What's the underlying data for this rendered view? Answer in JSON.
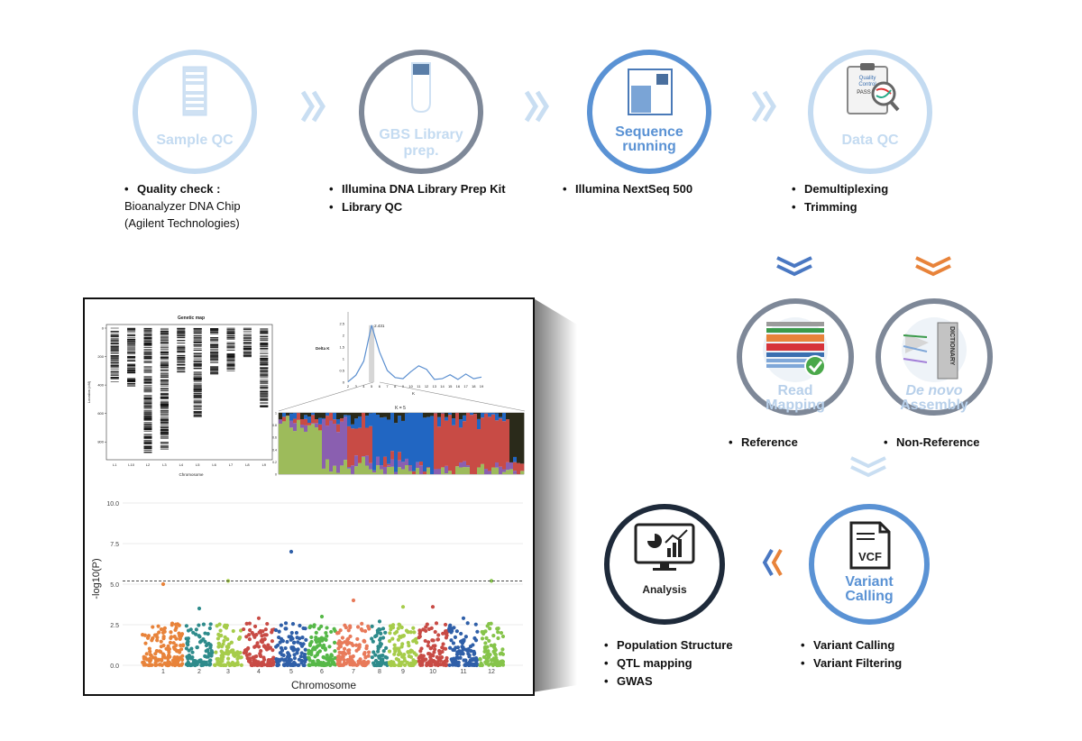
{
  "colors": {
    "light_blue": "#a8c8ea",
    "mid_blue": "#5b92cf",
    "dark_navy": "#1e2a3a",
    "slate": "#7f8a9b",
    "orange": "#e8833a",
    "chevron_blue": "#4a78c2"
  },
  "steps": {
    "sample_qc": {
      "label": "Sample QC",
      "icon": "dna-chip-icon"
    },
    "gbs_library": {
      "label_line1": "GBS Library",
      "label_line2": "prep.",
      "icon": "test-tube-icon"
    },
    "sequence_running": {
      "label_line1": "Sequence",
      "label_line2": "running",
      "icon": "sequencer-icon"
    },
    "data_qc": {
      "label": "Data QC",
      "icon": "clipboard-magnifier-icon",
      "clip_text1": "Quality",
      "clip_text2": "Control",
      "clip_pass": "PASS"
    },
    "read_mapping": {
      "label_line1": "Read",
      "label_line2": "Mapping",
      "icon": "read-alignment-icon"
    },
    "de_novo": {
      "label_line1": "De novo",
      "label_line2": "Assembly",
      "icon": "dictionary-book-icon",
      "book_text": "DICTIONARY"
    },
    "variant_calling": {
      "label_line1": "Variant",
      "label_line2": "Calling",
      "icon": "vcf-file-icon",
      "file_text": "VCF"
    },
    "analysis": {
      "label": "Analysis",
      "icon": "monitor-chart-icon"
    }
  },
  "notes": {
    "sample_qc": {
      "item1": "Quality check :",
      "sub1": "Bioanalyzer DNA Chip",
      "sub2": "(Agilent Technologies)"
    },
    "gbs_library": [
      "Illumina DNA Library Prep Kit",
      "Library QC"
    ],
    "sequence_running": [
      "Illumina NextSeq 500"
    ],
    "data_qc": [
      "Demultiplexing",
      "Trimming"
    ],
    "read_mapping": [
      "Reference"
    ],
    "de_novo": [
      "Non-Reference"
    ],
    "variant_calling": [
      "Variant Calling",
      "Variant Filtering"
    ],
    "analysis": [
      "Population Structure",
      "QTL mapping",
      "GWAS"
    ]
  },
  "panels": {
    "genetic_map": {
      "title": "Genetic map",
      "ylabel": "Location (cM)",
      "xlabel": "Chromosome",
      "yticks": [
        "0",
        "200",
        "400",
        "600",
        "800"
      ],
      "categories": [
        "L1",
        "L10",
        "L2",
        "L3",
        "L4",
        "L5",
        "L6",
        "L7",
        "L8",
        "L9"
      ],
      "lengths": [
        380,
        410,
        880,
        855,
        310,
        640,
        330,
        305,
        205,
        560
      ]
    },
    "delta_k": {
      "ylabel": "Delta K",
      "xlabel": "K",
      "peak_label": "2.431",
      "yticks": [
        "0",
        "0.5",
        "1",
        "1.5",
        "2",
        "2.5"
      ],
      "x": [
        2,
        3,
        4,
        5,
        6,
        7,
        8,
        9,
        10,
        11,
        12,
        13,
        14,
        15,
        16,
        17,
        18,
        19
      ],
      "values": [
        0.02,
        0.3,
        0.9,
        2.431,
        1.3,
        0.5,
        0.2,
        0.15,
        0.45,
        0.7,
        0.55,
        0.12,
        0.15,
        0.32,
        0.12,
        0.35,
        0.15,
        0.22
      ]
    },
    "structure": {
      "title": "K = 5",
      "yticks": [
        "0",
        "0.2",
        "0.4",
        "0.6",
        "0.8",
        "1"
      ]
    },
    "manhattan": {
      "ylabel": "-log10(P)",
      "xlabel": "Chromosome",
      "yticks": [
        "0.0",
        "2.5",
        "5.0",
        "7.5",
        "10.0"
      ],
      "chromosomes": [
        "1",
        "2",
        "3",
        "4",
        "5",
        "6",
        "7",
        "8",
        "9",
        "10",
        "11",
        "12"
      ],
      "threshold": 5.2,
      "ymax": 10.0
    }
  },
  "chart_data": [
    {
      "type": "line",
      "title": "",
      "xlabel": "K",
      "ylabel": "Delta K",
      "x": [
        2,
        3,
        4,
        5,
        6,
        7,
        8,
        9,
        10,
        11,
        12,
        13,
        14,
        15,
        16,
        17,
        18,
        19
      ],
      "series": [
        {
          "values": [
            0.02,
            0.3,
            0.9,
            2.431,
            1.3,
            0.5,
            0.2,
            0.15,
            0.45,
            0.7,
            0.55,
            0.12,
            0.15,
            0.32,
            0.12,
            0.35,
            0.15,
            0.22
          ]
        }
      ],
      "ylim": [
        0,
        3
      ],
      "annotations": [
        "2.431"
      ]
    },
    {
      "type": "bar",
      "title": "Genetic map",
      "xlabel": "Chromosome",
      "ylabel": "Location (cM)",
      "categories": [
        "L1",
        "L10",
        "L2",
        "L3",
        "L4",
        "L5",
        "L6",
        "L7",
        "L8",
        "L9"
      ],
      "values": [
        380,
        410,
        880,
        855,
        310,
        640,
        330,
        305,
        205,
        560
      ],
      "ylim": [
        0,
        900
      ]
    },
    {
      "type": "scatter",
      "title": "",
      "xlabel": "Chromosome",
      "ylabel": "-log10(P)",
      "categories": [
        "1",
        "2",
        "3",
        "4",
        "5",
        "6",
        "7",
        "8",
        "9",
        "10",
        "11",
        "12"
      ],
      "ylim": [
        0,
        10
      ],
      "threshold": 5.2,
      "peaks": [
        5.0,
        3.5,
        5.2,
        2.9,
        7.0,
        3.0,
        4.0,
        2.7,
        3.6,
        3.6,
        2.9,
        5.2
      ]
    }
  ]
}
